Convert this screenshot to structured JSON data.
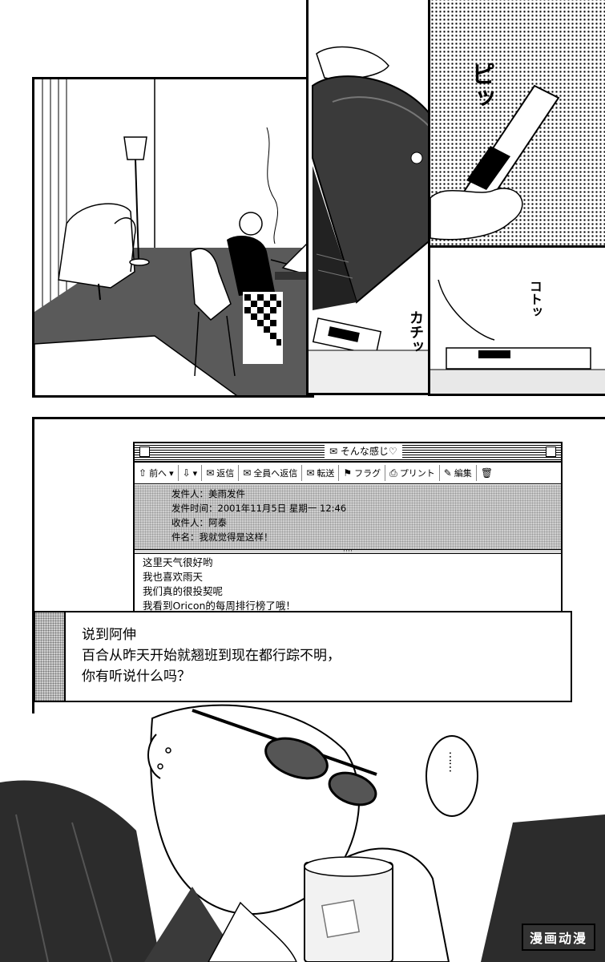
{
  "sfx": {
    "beep": "ピッ",
    "click_katchi": "カチッ",
    "clack_kototsu": "コトッ"
  },
  "mail_window": {
    "title": "そんな感じ♡",
    "toolbar": [
      {
        "icon": "up-arrow-icon",
        "glyph": "⇧",
        "label": "前へ"
      },
      {
        "icon": "down-arrow-icon",
        "glyph": "⇩",
        "label": ""
      },
      {
        "icon": "reply-icon",
        "glyph": "✉",
        "label": "返信"
      },
      {
        "icon": "reply-all-icon",
        "glyph": "✉",
        "label": "全員へ返信"
      },
      {
        "icon": "forward-icon",
        "glyph": "✉",
        "label": "転送"
      },
      {
        "icon": "flag-icon",
        "glyph": "⚑",
        "label": "フラグ"
      },
      {
        "icon": "print-icon",
        "glyph": "⎙",
        "label": "プリント"
      },
      {
        "icon": "edit-icon",
        "glyph": "✎",
        "label": "編集"
      },
      {
        "icon": "trash-icon",
        "glyph": "🗑",
        "label": ""
      }
    ],
    "headers": {
      "from": "发件人：美雨发件",
      "date": "发件时间：2001年11月5日 星期一 12:46",
      "to": "收件人：阿泰",
      "subject": "件名：我就觉得是这样！"
    },
    "body_lines": [
      "这里天气很好哟",
      "我也喜欢雨天",
      "我们真的很投契呢",
      "我看到Oricon的每周排行榜了哦！"
    ]
  },
  "caption": {
    "lines": [
      "说到阿伸",
      "百合从昨天开始就翘班到现在都行踪不明，",
      "你有听说什么吗？"
    ]
  },
  "speech_bubble": {
    "text": "……"
  },
  "watermark": {
    "text": "漫画动漫"
  }
}
